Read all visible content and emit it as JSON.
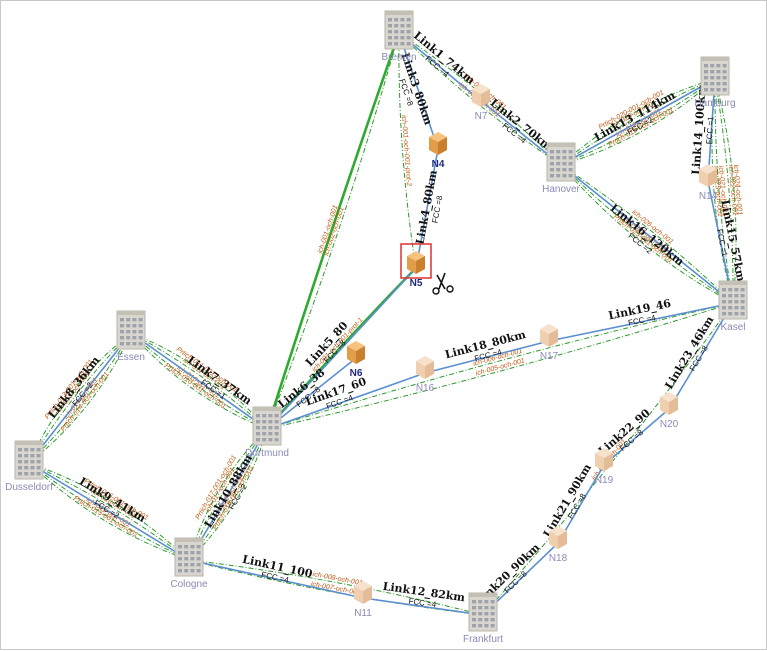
{
  "colors": {
    "fiber": "#5b8fd0",
    "och": "#2e9a2e",
    "och_highlight": "#2eaa2e",
    "och_text": "#c05a14",
    "city_label": "#8a8ab8",
    "selected_label": "#1f2a80",
    "selection_box": "#e03030"
  },
  "nodes": [
    {
      "id": "bremen",
      "label": "Bremen",
      "kind": "city",
      "icon": "building-icon"
    },
    {
      "id": "hamburg",
      "label": "Hamburg",
      "kind": "city",
      "icon": "building-icon"
    },
    {
      "id": "hanover",
      "label": "Hanover",
      "kind": "city",
      "icon": "building-icon"
    },
    {
      "id": "essen",
      "label": "Essen",
      "kind": "city",
      "icon": "building-icon"
    },
    {
      "id": "dortmund",
      "label": "Dortmund",
      "kind": "city",
      "icon": "building-icon"
    },
    {
      "id": "dusseldorf",
      "label": "Dusseldorf",
      "kind": "city",
      "icon": "building-icon"
    },
    {
      "id": "cologne",
      "label": "Cologne",
      "kind": "city",
      "icon": "building-icon"
    },
    {
      "id": "kasel",
      "label": "Kasel",
      "kind": "city",
      "icon": "building-icon"
    },
    {
      "id": "frankfurt",
      "label": "Frankfurt",
      "kind": "city",
      "icon": "building-icon"
    },
    {
      "id": "n4",
      "label": "N4",
      "kind": "node",
      "icon": "cube-icon",
      "active": true
    },
    {
      "id": "n5",
      "label": "N5",
      "kind": "node",
      "icon": "cube-icon",
      "active": true,
      "selected": true
    },
    {
      "id": "n6",
      "label": "N6",
      "kind": "node",
      "icon": "cube-icon",
      "active": true
    },
    {
      "id": "n7",
      "label": "N7",
      "kind": "node",
      "icon": "cube-icon"
    },
    {
      "id": "n11",
      "label": "N11",
      "kind": "node",
      "icon": "cube-icon"
    },
    {
      "id": "n14",
      "label": "N14",
      "kind": "node",
      "icon": "cube-icon"
    },
    {
      "id": "n16",
      "label": "N16",
      "kind": "node",
      "icon": "cube-icon"
    },
    {
      "id": "n17",
      "label": "N17",
      "kind": "node",
      "icon": "cube-icon"
    },
    {
      "id": "n18",
      "label": "N18",
      "kind": "node",
      "icon": "cube-icon"
    },
    {
      "id": "n19",
      "label": "N19",
      "kind": "node",
      "icon": "cube-icon"
    },
    {
      "id": "n20",
      "label": "N20",
      "kind": "node",
      "icon": "cube-icon"
    }
  ],
  "links": [
    {
      "id": "l1",
      "label": "Link1_74km",
      "fcc": "FCC =4",
      "a": "bremen",
      "b": "n7"
    },
    {
      "id": "l2",
      "label": "Link2_70km",
      "fcc": "FCC =4",
      "a": "n7",
      "b": "hanover"
    },
    {
      "id": "l3",
      "label": "Link3_80km",
      "fcc": "FCC =8",
      "a": "bremen",
      "b": "n4"
    },
    {
      "id": "l4",
      "label": "Link4_80km",
      "fcc": "FCC =8",
      "a": "n4",
      "b": "n5"
    },
    {
      "id": "l5",
      "label": "Link5_80",
      "fcc": "FCC =8",
      "a": "n5",
      "b": "dortmund"
    },
    {
      "id": "l6",
      "label": "Link6_38",
      "fcc": "FCC =8",
      "a": "dortmund",
      "b": "n6"
    },
    {
      "id": "l7",
      "label": "Link7_37km",
      "fcc": "FCC =1",
      "a": "essen",
      "b": "dortmund"
    },
    {
      "id": "l8",
      "label": "Link8_36km",
      "fcc": "FCC =2",
      "a": "essen",
      "b": "dusseldorf"
    },
    {
      "id": "l9",
      "label": "Link9_41km",
      "fcc": "FCC =2",
      "a": "dusseldorf",
      "b": "cologne"
    },
    {
      "id": "l10",
      "label": "Link10_88km",
      "fcc": "FCC =2",
      "a": "dortmund",
      "b": "cologne"
    },
    {
      "id": "l11",
      "label": "Link11_100",
      "fcc": "FCC =4",
      "a": "cologne",
      "b": "n11"
    },
    {
      "id": "l12",
      "label": "Link12_82km",
      "fcc": "FCC =4",
      "a": "n11",
      "b": "frankfurt"
    },
    {
      "id": "l13",
      "label": "Link13_114km",
      "fcc": "FCC =2",
      "a": "hanover",
      "b": "hamburg"
    },
    {
      "id": "l14",
      "label": "Link14_100km",
      "fcc": "FCC =1",
      "a": "hamburg",
      "b": "n14"
    },
    {
      "id": "l15",
      "label": "Link15_57km",
      "fcc": "FCC =1",
      "a": "n14",
      "b": "kasel"
    },
    {
      "id": "l16",
      "label": "Link16_120km",
      "fcc": "FCC =2",
      "a": "hanover",
      "b": "kasel"
    },
    {
      "id": "l17",
      "label": "Link17_60",
      "fcc": "FCC =4",
      "a": "dortmund",
      "b": "n16"
    },
    {
      "id": "l18",
      "label": "Link18_80km",
      "fcc": "FCC =4",
      "a": "n16",
      "b": "n17"
    },
    {
      "id": "l19",
      "label": "Link19_46",
      "fcc": "FCC =4",
      "a": "n17",
      "b": "kasel"
    },
    {
      "id": "l20",
      "label": "Link20_90km",
      "fcc": "FCC =8",
      "a": "frankfurt",
      "b": "n18"
    },
    {
      "id": "l21",
      "label": "Link21_90km",
      "fcc": "FCC =8",
      "a": "n18",
      "b": "n19"
    },
    {
      "id": "l22",
      "label": "Link22_90",
      "fcc": "FCC =8",
      "a": "n19",
      "b": "n20"
    },
    {
      "id": "l23",
      "label": "Link23_46km",
      "fcc": "FCC =8",
      "a": "n20",
      "b": "kasel"
    }
  ],
  "och_lines": [
    {
      "label": "ich-001-och-001",
      "a": "bremen",
      "b": "dortmund",
      "highlight": true
    },
    {
      "label": "ich-001-och-001-prot-1",
      "a": "n5",
      "b": "dortmund",
      "highlight": true
    },
    {
      "label": "ich-001-och-001-prot-2",
      "a": "bremen",
      "b": "n5"
    },
    {
      "label": "ich-002-och-001",
      "a": "bremen",
      "b": "dortmund"
    },
    {
      "label": "ich-003-och-001",
      "a": "bremen",
      "b": "hanover"
    },
    {
      "label": "ich-004-och-001",
      "a": "bremen",
      "b": "hanover"
    },
    {
      "label": "ich-019-och-001",
      "a": "hanover",
      "b": "hamburg"
    },
    {
      "label": "ich-020-och-001",
      "a": "hanover",
      "b": "hamburg"
    },
    {
      "label": "Prtich-019-001-och-001",
      "a": "hanover",
      "b": "hamburg"
    },
    {
      "label": "Prtich-020-001-och-001",
      "a": "hanover",
      "b": "hamburg"
    },
    {
      "label": "ich-021-och-001",
      "a": "hamburg",
      "b": "kasel"
    },
    {
      "label": "ich-022-och-001",
      "a": "hamburg",
      "b": "kasel"
    },
    {
      "label": "ich-023-och-001",
      "a": "hamburg",
      "b": "kasel"
    },
    {
      "label": "ich-024-och-001",
      "a": "hamburg",
      "b": "kasel"
    },
    {
      "label": "ich-025-och-001",
      "a": "hanover",
      "b": "kasel"
    },
    {
      "label": "ich-026-och-001",
      "a": "hanover",
      "b": "kasel"
    },
    {
      "label": "Prtich-025-001-och-001",
      "a": "hanover",
      "b": "kasel"
    },
    {
      "label": "ich-005-och-001",
      "a": "dortmund",
      "b": "kasel"
    },
    {
      "label": "ich-006-och-001",
      "a": "dortmund",
      "b": "kasel"
    },
    {
      "label": "ich-009-och-001",
      "a": "frankfurt",
      "b": "kasel"
    },
    {
      "label": "ich-010-och-001",
      "a": "essen",
      "b": "dortmund"
    },
    {
      "label": "ich-011-och-001",
      "a": "essen",
      "b": "dortmund"
    },
    {
      "label": "Prtich-010-001-och-001",
      "a": "essen",
      "b": "dortmund"
    },
    {
      "label": "Prtich-011-001-och-001",
      "a": "essen",
      "b": "dortmund"
    },
    {
      "label": "ich-013-och-001",
      "a": "essen",
      "b": "dusseldorf"
    },
    {
      "label": "ich-014-och-001",
      "a": "essen",
      "b": "dusseldorf"
    },
    {
      "label": "Prtich-013-001-och-001",
      "a": "essen",
      "b": "dusseldorf"
    },
    {
      "label": "Prtich-014-001-och-001",
      "a": "essen",
      "b": "dusseldorf"
    },
    {
      "label": "ich-015-och-001",
      "a": "dusseldorf",
      "b": "cologne"
    },
    {
      "label": "ich-016-och-001",
      "a": "dusseldorf",
      "b": "cologne"
    },
    {
      "label": "Prtich-015-001-och-001",
      "a": "dusseldorf",
      "b": "cologne"
    },
    {
      "label": "Prtich-016-001-och-001",
      "a": "dusseldorf",
      "b": "cologne"
    },
    {
      "label": "ich-017-och-001",
      "a": "dortmund",
      "b": "cologne"
    },
    {
      "label": "ich-018-och-001",
      "a": "dortmund",
      "b": "cologne"
    },
    {
      "label": "Prtich-017-001-och-001",
      "a": "dortmund",
      "b": "cologne"
    },
    {
      "label": "Prtich-018-001-och-001",
      "a": "dortmund",
      "b": "cologne"
    },
    {
      "label": "ich-007-och-001",
      "a": "cologne",
      "b": "frankfurt"
    },
    {
      "label": "ich-008-och-001",
      "a": "cologne",
      "b": "frankfurt"
    }
  ],
  "cursor": {
    "icon": "scissors-cursor-icon"
  }
}
